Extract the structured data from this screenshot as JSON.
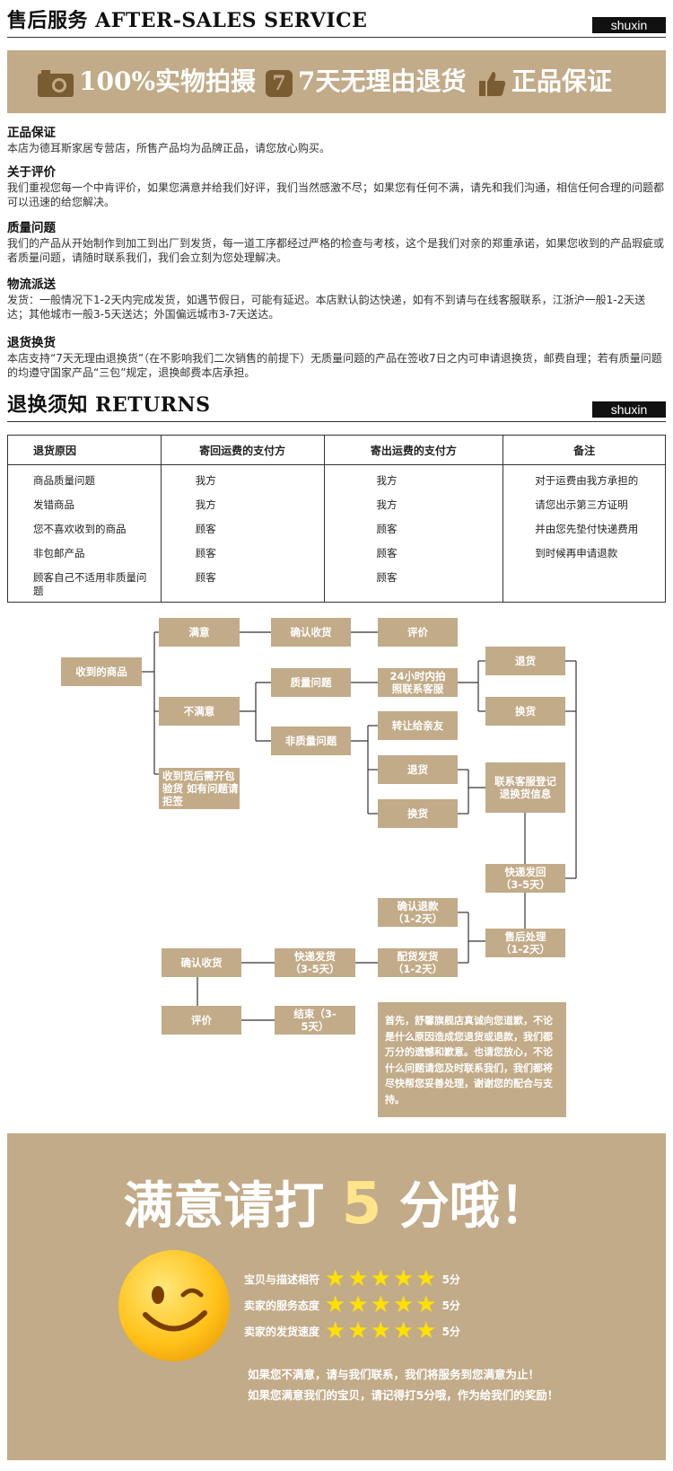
{
  "after_sales": {
    "title": "售后服务 AFTER-SALES SERVICE",
    "tag": "shuxin"
  },
  "banner": {
    "item1": "100%实物拍摄",
    "item2": "7天无理由退货",
    "item2_badge": "7",
    "item3": "正品保证"
  },
  "policies": [
    {
      "heading": "正品保证",
      "text": "本店为德耳斯家居专营店，所售产品均为品牌正品，请您放心购买。"
    },
    {
      "heading": "关于评价",
      "text": "我们重视您每一个中肯评价，如果您满意并给我们好评，我们当然感激不尽；如果您有任何不满，请先和我们沟通，相信任何合理的问题都可以迅速的给您解决。"
    },
    {
      "heading": "质量问题",
      "text": "我们的产品从开始制作到加工到出厂到发货，每一道工序都经过严格的检查与考核，这个是我们对亲的郑重承诺，如果您收到的产品瑕疵或者质量问题，请随时联系我们，我们会立刻为您处理解决。"
    },
    {
      "heading": "物流派送",
      "text": "发货：一般情况下1-2天内完成发货，如遇节假日，可能有延迟。本店默认韵达快递，如有不到请与在线客服联系，江浙沪一般1-2天送达；其他城市一般3-5天送达；外国偏远城市3-7天送达。"
    },
    {
      "heading": "退货换货",
      "text": "本店支持“7天无理由退换货”（在不影响我们二次销售的前提下）无质量问题的产品在签收7日之内可申请退换货，邮费自理；若有质量问题的均遵守国家产品“三包”规定，退换邮费本店承担。"
    }
  ],
  "returns": {
    "title": "退换须知 RETURNS",
    "tag": "shuxin"
  },
  "table": {
    "headers": [
      "退货原因",
      "寄回运费的支付方",
      "寄出运费的支付方",
      "备注"
    ],
    "col1": [
      "商品质量问题",
      "发错商品",
      "您不喜欢收到的商品",
      "非包邮产品",
      "顾客自己不适用非质量问题"
    ],
    "col2": [
      "我方",
      "我方",
      "顾客",
      "顾客",
      "顾客"
    ],
    "col3": [
      "我方",
      "我方",
      "顾客",
      "顾客",
      "顾客"
    ],
    "col4": [
      "对于运费由我方承担的",
      "请您出示第三方证明",
      "并由您先垫付快递费用",
      "到时候再申请退款"
    ]
  },
  "flow": {
    "received": "收到的商品",
    "satisfied": "满意",
    "confirm_receipt": "确认收货",
    "review": "评价",
    "unsatisfied": "不满意",
    "quality_issue": "质量问题",
    "contact_24h": "24小时内拍照联系客服",
    "non_quality_issue": "非质量问题",
    "transfer_friend": "转让给亲友",
    "return": "退货",
    "exchange": "换货",
    "refuse_note": "收到货后需开包验货 如有问题请拒签",
    "contact_register": "联系客服登记退换货信息",
    "express_return": "快递发回（3-5天）",
    "after_sales_process": "售后处理（1-2天）",
    "confirm_refund": "确认退款（1-2天）",
    "dispatch": "配货发货（1-2天）",
    "express_ship": "快递发货（3-5天）",
    "confirm_receipt2": "确认收货",
    "review2": "评价",
    "end": "结束（3-5天）",
    "apology": "首先，舒馨旗舰店真诚向您道歉，不论是什么原因造成您退货或退款，我们都万分的遗憾和歉意。也请您放心，不论什么问题请您及时联系我们，我们都将尽快帮您妥善处理，谢谢您的配合与支持。"
  },
  "rating": {
    "title_pre": "满意请打",
    "title_num": "5",
    "title_post": "分哦！",
    "rows": [
      {
        "label": "宝贝与描述相符",
        "stars": 5,
        "score": "5分"
      },
      {
        "label": "卖家的服务态度",
        "stars": 5,
        "score": "5分"
      },
      {
        "label": "卖家的发货速度",
        "stars": 5,
        "score": "5分"
      }
    ],
    "foot1": "如果您不满意，请与我们联系，我们将服务到您满意为止！",
    "foot2": "如果您满意我们的宝贝，请记得打5分哦，作为给我们的奖励！"
  },
  "colors": {
    "accent": "#c2ab88",
    "star": "#ffe100"
  }
}
